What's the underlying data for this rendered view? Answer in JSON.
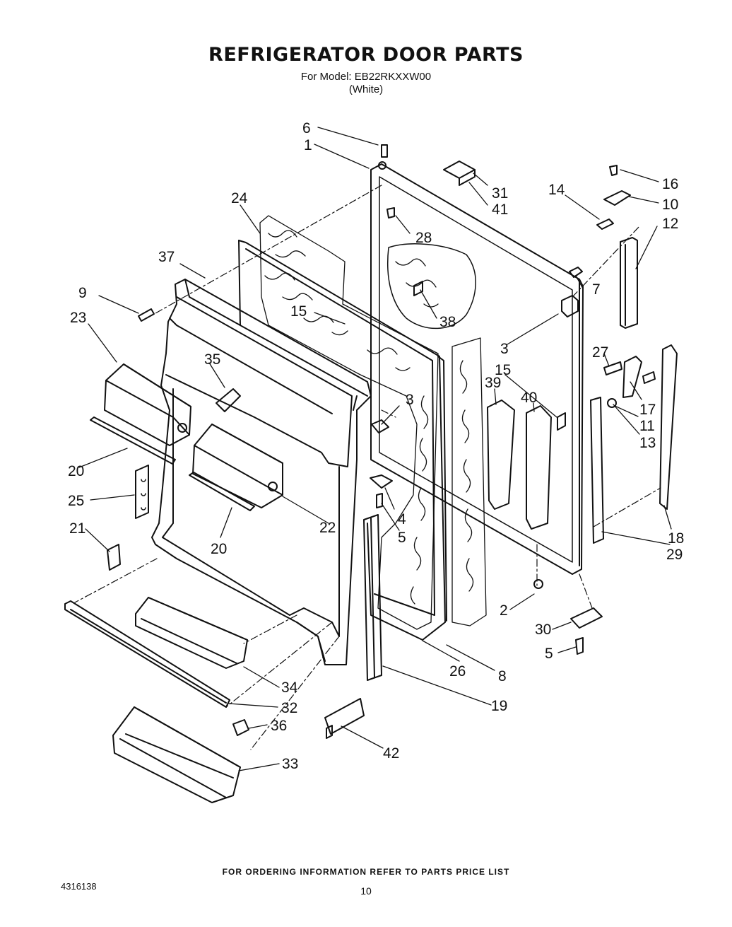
{
  "header": {
    "title": "REFRIGERATOR DOOR PARTS",
    "model_line": "For Model: EB22RKXXW00",
    "color_line": "(White)"
  },
  "callouts": [
    "6",
    "1",
    "31",
    "41",
    "16",
    "10",
    "12",
    "14",
    "24",
    "28",
    "37",
    "7",
    "9",
    "15",
    "38",
    "23",
    "3",
    "27",
    "35",
    "15",
    "3",
    "39",
    "40",
    "17",
    "11",
    "13",
    "20",
    "22",
    "25",
    "4",
    "5",
    "21",
    "20",
    "18",
    "29",
    "2",
    "30",
    "5",
    "26",
    "8",
    "34",
    "19",
    "32",
    "36",
    "42",
    "33"
  ],
  "footer": {
    "ordering_note": "FOR ORDERING INFORMATION REFER TO PARTS PRICE LIST",
    "doc_number": "4316138",
    "page_number": "10"
  }
}
